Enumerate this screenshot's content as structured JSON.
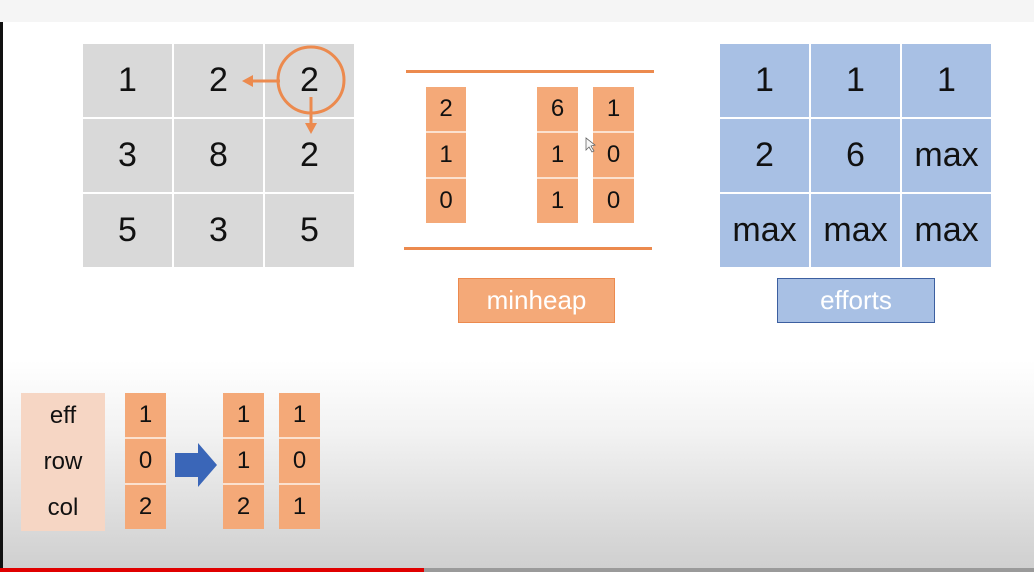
{
  "grid": {
    "cells": [
      "1",
      "2",
      "2",
      "3",
      "8",
      "2",
      "5",
      "3",
      "5"
    ]
  },
  "minheap": {
    "columns": [
      [
        "2",
        "1",
        "0"
      ],
      [
        "6",
        "1",
        "1"
      ],
      [
        "1",
        "0",
        "0"
      ]
    ],
    "label": "minheap"
  },
  "efforts": {
    "cells": [
      "1",
      "1",
      "1",
      "2",
      "6",
      "max",
      "max",
      "max",
      "max"
    ],
    "label": "efforts"
  },
  "entry": {
    "labels": [
      "eff",
      "row",
      "col"
    ],
    "current": [
      "1",
      "0",
      "2"
    ],
    "next_columns": [
      [
        "1",
        "1",
        "2"
      ],
      [
        "1",
        "0",
        "1"
      ]
    ]
  },
  "colors": {
    "grid": "#d9d9d9",
    "orange": "#f4a978",
    "orange_stroke": "#ec8a4e",
    "blue_fill": "#a8c0e4",
    "blue_arrow": "#3a66b8"
  },
  "video": {
    "progress": 0.41
  }
}
